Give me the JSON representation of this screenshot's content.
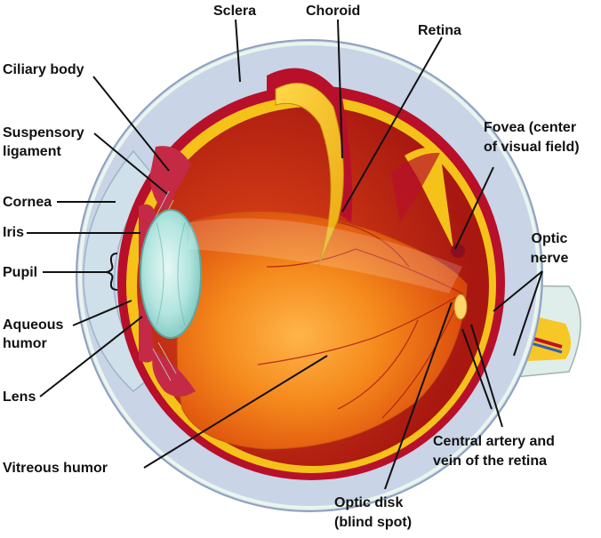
{
  "labels": {
    "sclera": "Sclera",
    "choroid": "Choroid",
    "retina": "Retina",
    "ciliary_body": "Ciliary body",
    "suspensory_line1": "Suspensory",
    "suspensory_line2": "ligament",
    "cornea": "Cornea",
    "iris": "Iris",
    "pupil": "Pupil",
    "aqueous_line1": "Aqueous",
    "aqueous_line2": "humor",
    "lens": "Lens",
    "vitreous": "Vitreous humor",
    "fovea_line1": "Fovea (center",
    "fovea_line2": "of visual field)",
    "optic_nerve_line1": "Optic",
    "optic_nerve_line2": "nerve",
    "central_line1": "Central artery and",
    "central_line2": "vein of the retina",
    "optic_disk_line1": "Optic disk",
    "optic_disk_line2": "(blind spot)"
  },
  "colors": {
    "sclera_fill": "#c9d4e6",
    "sclera_rim": "#e4f0e8",
    "choroid": "#b8102a",
    "retina_yellow": "#f5c21a",
    "vitreous_orange": "#f07a12",
    "lens": "#a9e0dc",
    "iris": "#c42a45"
  }
}
